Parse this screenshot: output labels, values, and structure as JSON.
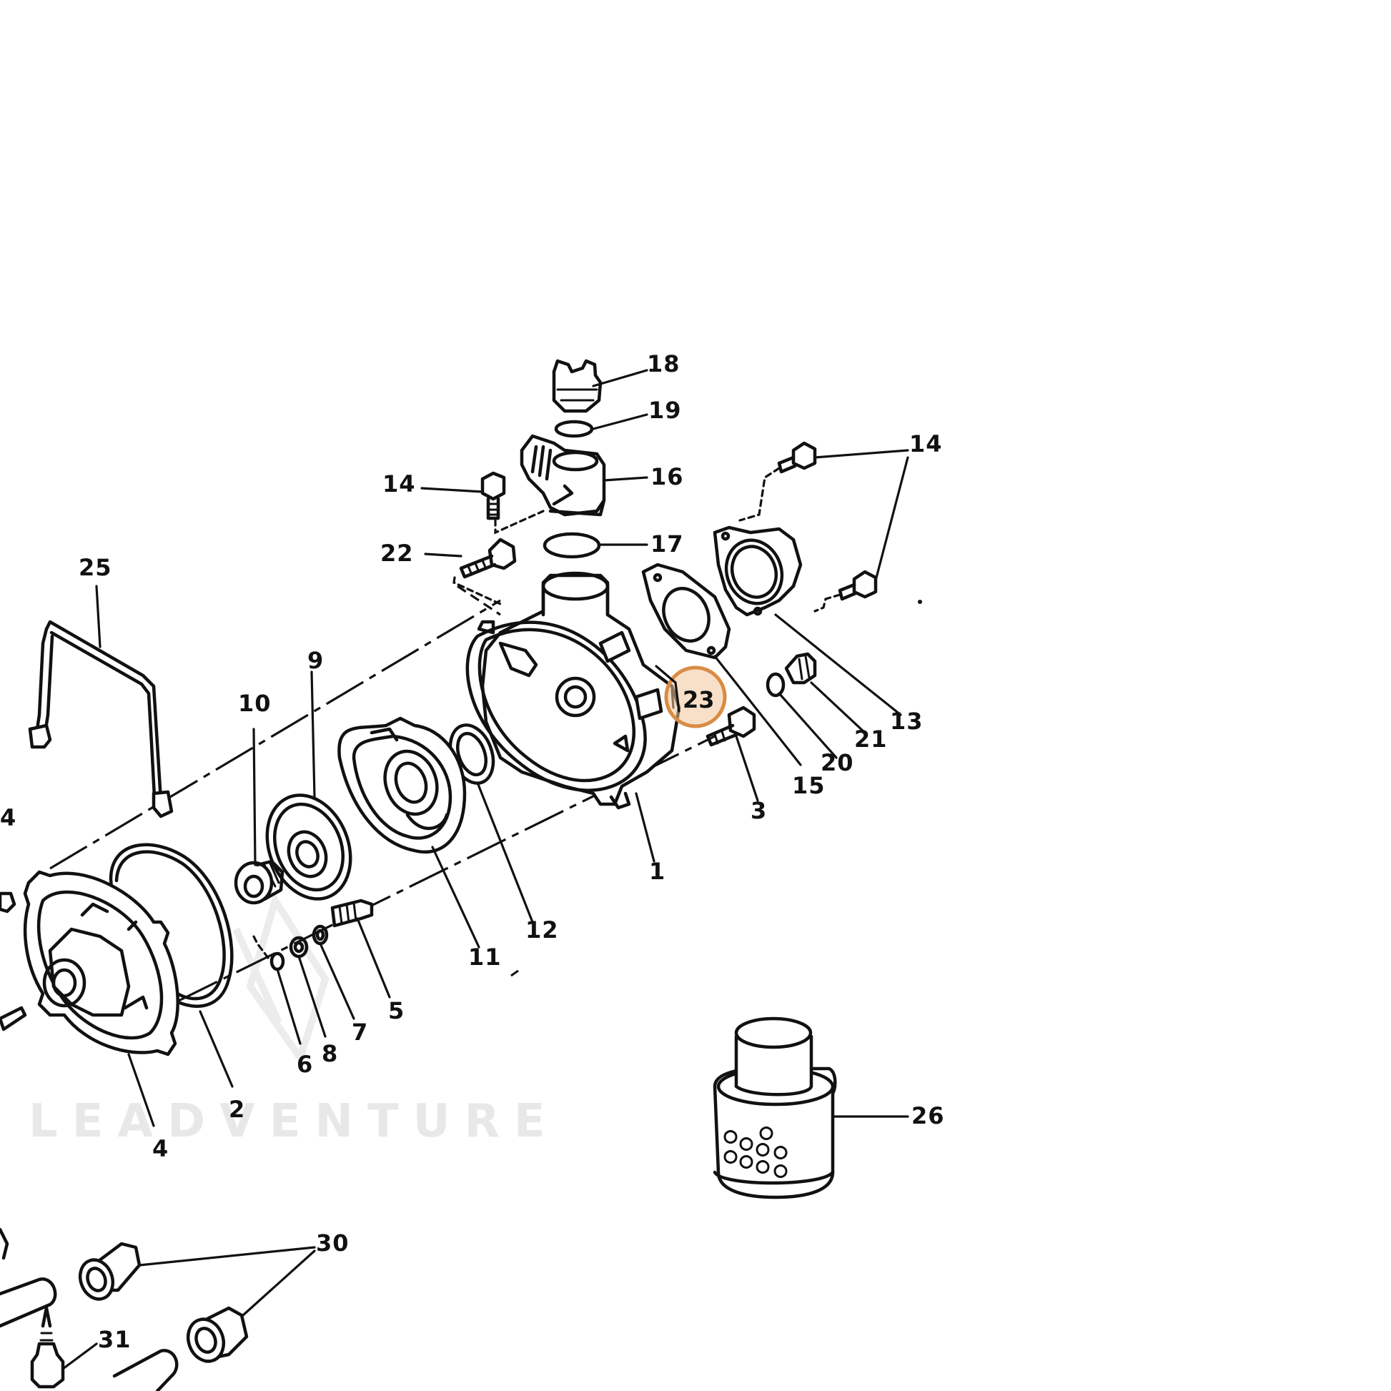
{
  "watermark": {
    "text": "LEADVENTURE"
  },
  "highlight": {
    "callout": "23",
    "color": "#d98c44"
  },
  "callouts": {
    "c1": "1",
    "c2": "2",
    "c3": "3",
    "c4": "4",
    "c4b": "4",
    "c5": "5",
    "c6": "6",
    "c7": "7",
    "c8": "8",
    "c9": "9",
    "c10": "10",
    "c11": "11",
    "c12": "12",
    "c13": "13",
    "c14a": "14",
    "c14b": "14",
    "c15": "15",
    "c16": "16",
    "c17": "17",
    "c18": "18",
    "c19": "19",
    "c20": "20",
    "c21": "21",
    "c22": "22",
    "c25": "25",
    "c26": "26",
    "c30": "30",
    "c31": "31"
  }
}
